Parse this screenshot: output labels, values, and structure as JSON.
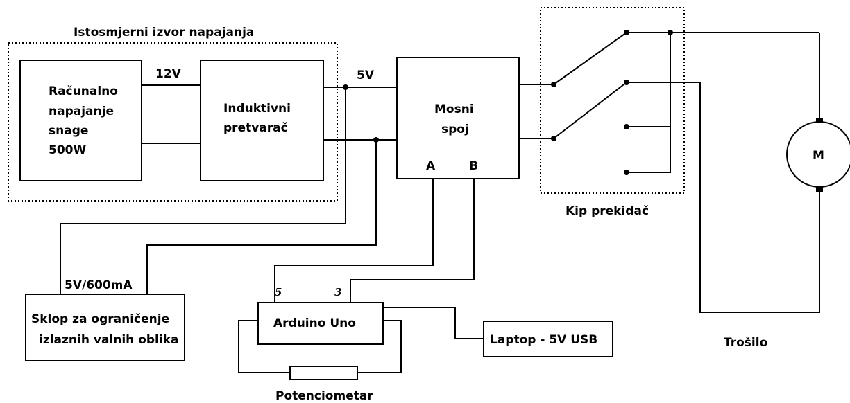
{
  "source_group_title": "Istosmjerni izvor napajanja",
  "psu_lines": [
    "Računalno",
    "napajanje",
    "snage",
    "500W"
  ],
  "voltage_12v": "12V",
  "converter_lines": [
    "Induktivni",
    "pretvarač"
  ],
  "voltage_5v": "5V",
  "bridge_lines": [
    "Mosni",
    "spoj"
  ],
  "bridge_pin_a": "A",
  "bridge_pin_b": "B",
  "switch_label": "Kip prekidač",
  "motor_symbol": "M",
  "load_label": "Trošilo",
  "limiter_supply": "5V/600mA",
  "limiter_lines": [
    "Sklop za ograničenje",
    "izlaznih valnih oblika"
  ],
  "arduino_pin_5": "5",
  "arduino_pin_3": "3",
  "arduino_label": "Arduino Uno",
  "laptop_label": "Laptop - 5V USB",
  "pot_label": "Potenciometar"
}
